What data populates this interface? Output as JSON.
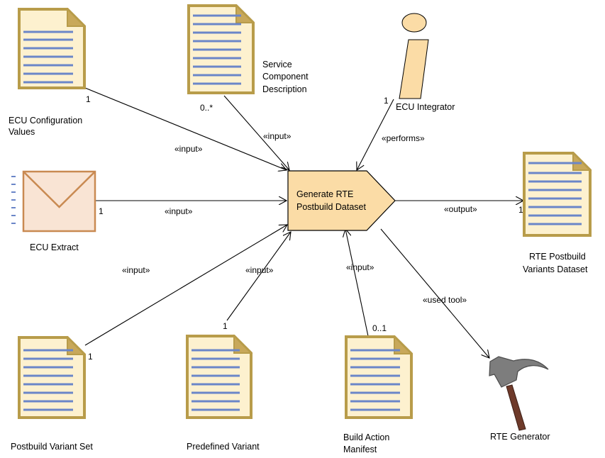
{
  "task": {
    "label_line1": "Generate RTE",
    "label_line2": "Postbuild Dataset"
  },
  "nodes": {
    "ecu_config_values": {
      "line1": "ECU Configuration",
      "line2": "Values"
    },
    "service_component": {
      "line1": "Service",
      "line2": "Component",
      "line3": "Description"
    },
    "ecu_integrator": {
      "line1": "ECU Integrator"
    },
    "ecu_extract": {
      "line1": "ECU Extract"
    },
    "rte_postbuild_variants": {
      "line1": "RTE Postbuild",
      "line2": "Variants Dataset"
    },
    "postbuild_variant_set": {
      "line1": "Postbuild Variant Set"
    },
    "predefined_variant": {
      "line1": "Predefined Variant"
    },
    "build_action_manifest": {
      "line1": "Build Action",
      "line2": "Manifest"
    },
    "rte_generator": {
      "line1": "RTE Generator"
    }
  },
  "edges": {
    "ecu_config_values": {
      "stereotype": "«input»",
      "multiplicity": "1"
    },
    "service_component": {
      "stereotype": "«input»",
      "multiplicity": "0..*"
    },
    "ecu_integrator": {
      "stereotype": "«performs»",
      "multiplicity": "1"
    },
    "ecu_extract": {
      "stereotype": "«input»",
      "multiplicity": "1"
    },
    "rte_postbuild_variants": {
      "stereotype": "«output»",
      "multiplicity": "1"
    },
    "postbuild_variant_set": {
      "stereotype": "«input»",
      "multiplicity": "1"
    },
    "predefined_variant": {
      "stereotype": "«input»",
      "multiplicity": "1"
    },
    "build_action_manifest": {
      "stereotype": "«input»",
      "multiplicity": "0..1"
    },
    "rte_generator": {
      "stereotype": "«used tool»"
    }
  },
  "colors": {
    "doc_border": "#b89c4a",
    "doc_fill": "#fdf1cf",
    "doc_lines": "#6b86c8",
    "task_fill": "#fbdca6",
    "task_border": "#000000",
    "envelope_fill": "#f9e4d4",
    "envelope_border": "#c98a52",
    "actor_fill": "#fbdca6",
    "hammer_head": "#7d7d7d",
    "hammer_handle": "#6e3a2a"
  }
}
